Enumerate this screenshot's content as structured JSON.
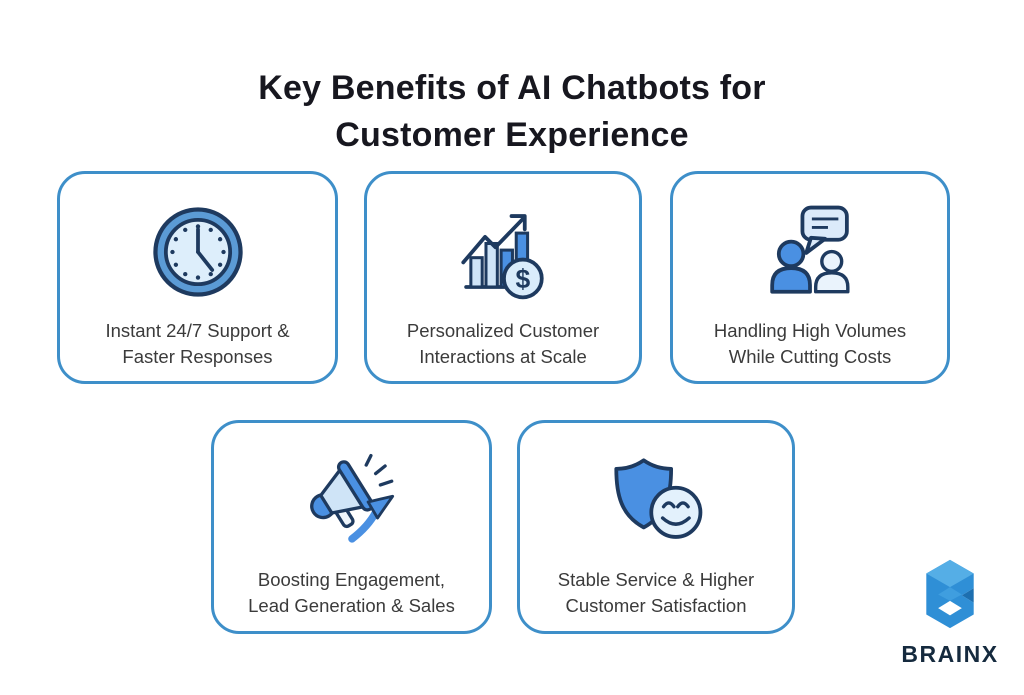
{
  "title": {
    "text": "Key Benefits of AI Chatbots for\nCustomer Experience"
  },
  "cards": [
    {
      "icon": "clock-icon",
      "label": "Instant 24/7 Support &\nFaster Responses"
    },
    {
      "icon": "bar-chart-dollar-icon",
      "label": "Personalized Customer\nInteractions at Scale"
    },
    {
      "icon": "people-chat-icon",
      "label": "Handling High Volumes\nWhile Cutting Costs"
    },
    {
      "icon": "megaphone-icon",
      "label": "Boosting Engagement,\nLead Generation & Sales"
    },
    {
      "icon": "shield-smiley-icon",
      "label": "Stable Service & Higher\nCustomer Satisfaction"
    }
  ],
  "brand": {
    "name": "BRAINX"
  },
  "colors": {
    "card_border": "#3e8fc9",
    "icon_blue": "#4a90e2",
    "icon_light_blue": "#d9ecfb",
    "icon_outline": "#1e3a5f",
    "title_text": "#17171f",
    "card_text": "#3b3b3b",
    "brand_text": "#152a3e",
    "logo_blue": "#2f8fd6",
    "logo_light_blue": "#55aee6",
    "logo_dark_blue": "#1d6fb0"
  }
}
